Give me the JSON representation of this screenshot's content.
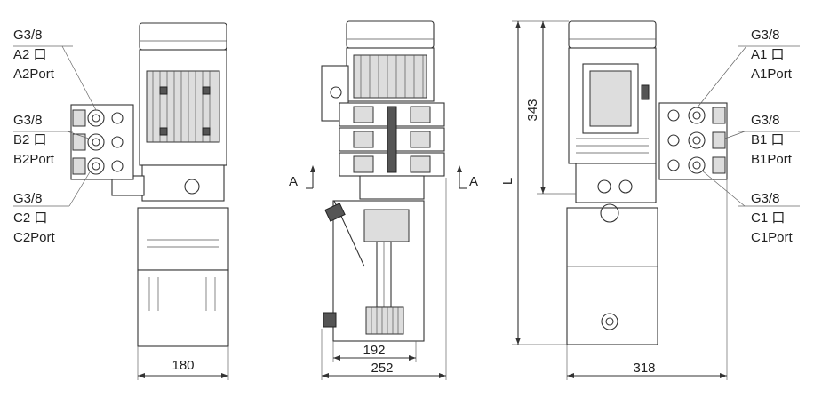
{
  "left_view": {
    "port_a": {
      "thread": "G3/8",
      "code": "A2 口",
      "name": "A2Port"
    },
    "port_b": {
      "thread": "G3/8",
      "code": "B2 口",
      "name": "B2Port"
    },
    "port_c": {
      "thread": "G3/8",
      "code": "C2 口",
      "name": "C2Port"
    },
    "width_dim": "180"
  },
  "center_view": {
    "section_left": "A",
    "section_right": "A",
    "inner_dim": "192",
    "outer_dim": "252"
  },
  "right_view": {
    "port_a": {
      "thread": "G3/8",
      "code": "A1 口",
      "name": "A1Port"
    },
    "port_b": {
      "thread": "G3/8",
      "code": "B1 口",
      "name": "B1Port"
    },
    "port_c": {
      "thread": "G3/8",
      "code": "C1 口",
      "name": "C1Port"
    },
    "height_dim": "343",
    "length_dim": "L",
    "width_dim": "318"
  }
}
